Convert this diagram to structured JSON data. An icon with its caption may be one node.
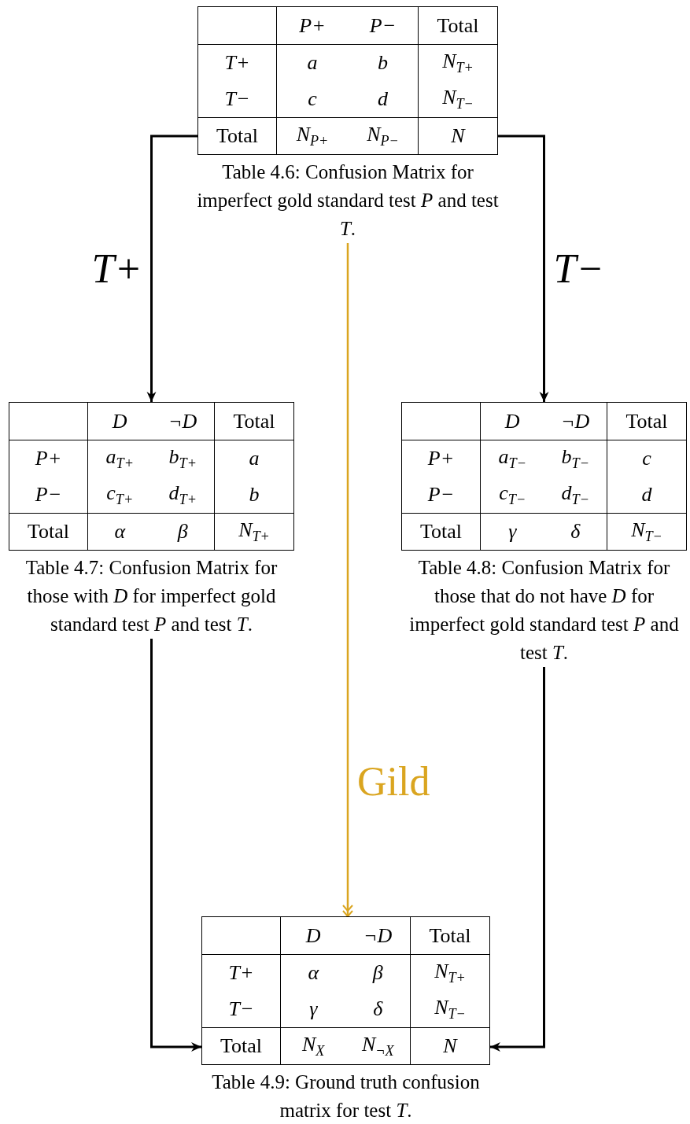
{
  "diagram": {
    "nodes": [
      {
        "text": [
          "P+",
          "P−",
          "Total",
          "T+",
          "a",
          "b",
          "N$_{T+}$",
          "T−",
          "c",
          "d",
          "N$_{T−}$",
          "Total",
          "N$_{P+}$",
          "N$_{P−}$",
          "N"
        ],
        "beside": [
          "Table 4.6: Confusion Matrix for imperfect gold standard test *P* and test *T*."
        ]
      },
      {
        "text": [
          "D",
          "¬D",
          "Total",
          "P+",
          "a$_{T+}$",
          "b$_{T+}$",
          "a",
          "P−",
          "c$_{T+}$",
          "d$_{T+}$",
          "b",
          "Total",
          "α",
          "β",
          "N$_{T+}$"
        ],
        "beside": [
          "Table 4.7: Confusion Matrix for those with *D* for imperfect gold standard test *P* and test *T*."
        ]
      },
      {
        "text": [
          "D",
          "¬D",
          "Total",
          "P+",
          "a$_{T−}$",
          "b$_{T−}$",
          "c",
          "P−",
          "c$_{T−}$",
          "d$_{T−}$",
          "d",
          "Total",
          "γ",
          "δ",
          "N$_{T−}$"
        ],
        "beside": [
          "Table 4.8: Confusion Matrix for those that do not have *D* for imperfect gold standard test *P* and test *T*."
        ]
      },
      {
        "text": [
          "D",
          "¬D",
          "Total",
          "T+",
          "α",
          "β",
          "N$_{T+}$",
          "T−",
          "γ",
          "δ",
          "N$_{T−}$",
          "Total",
          "N$_{X}$",
          "N$_{¬X}$",
          "N"
        ],
        "beside": [
          "Table 4.9: Ground truth confusion matrix for test *T*."
        ]
      }
    ],
    "edges": [
      {
        "from": 0,
        "to": 1,
        "arrow": "to",
        "label": "T+"
      },
      {
        "from": 0,
        "to": 2,
        "arrow": "to",
        "label": "T−"
      },
      {
        "from": 0,
        "to": 3,
        "arrow": "to",
        "label": "Gild",
        "color": "#daa520"
      },
      {
        "from": 1,
        "to": 3,
        "arrow": "to"
      },
      {
        "from": 2,
        "to": 3,
        "arrow": "to"
      }
    ]
  }
}
